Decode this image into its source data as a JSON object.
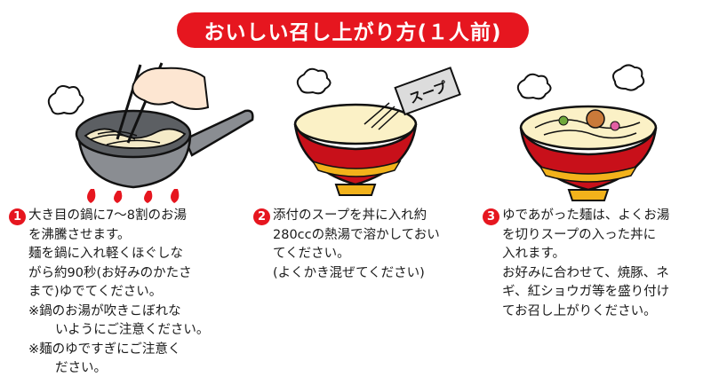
{
  "title": "おいしい召し上がり方(１人前)",
  "illustrations": {
    "soup_packet_label": "スープ"
  },
  "colors": {
    "accent_red": "#e6161f",
    "bowl_red": "#c8101a",
    "bowl_yellow": "#f2b21b",
    "pan_gray": "#8a8d92",
    "broth_cream": "#fbf1c6"
  },
  "steps": [
    {
      "number": "1",
      "lines": [
        "大き目の鍋に7～8割のお湯",
        "を沸騰させます。",
        "麺を鍋に入れ軽くほぐしな",
        "がら約90秒(お好みのかたさ",
        "まで)ゆでてください。",
        "※鍋のお湯が吹きこぼれな",
        "いようにご注意ください。",
        "※麺のゆですぎにご注意く",
        "ださい。"
      ]
    },
    {
      "number": "2",
      "lines": [
        "添付のスープを丼に入れ約",
        "280ccの熱湯で溶かしておい",
        "てください。",
        "(よくかき混ぜてください)"
      ]
    },
    {
      "number": "3",
      "lines": [
        "ゆであがった麺は、よくお湯",
        "を切りスープの入った丼に",
        "入れます。",
        "お好みに合わせて、焼豚、ネ",
        "ギ、紅ショウガ等を盛り付け",
        "てお召し上がりください。"
      ]
    }
  ]
}
